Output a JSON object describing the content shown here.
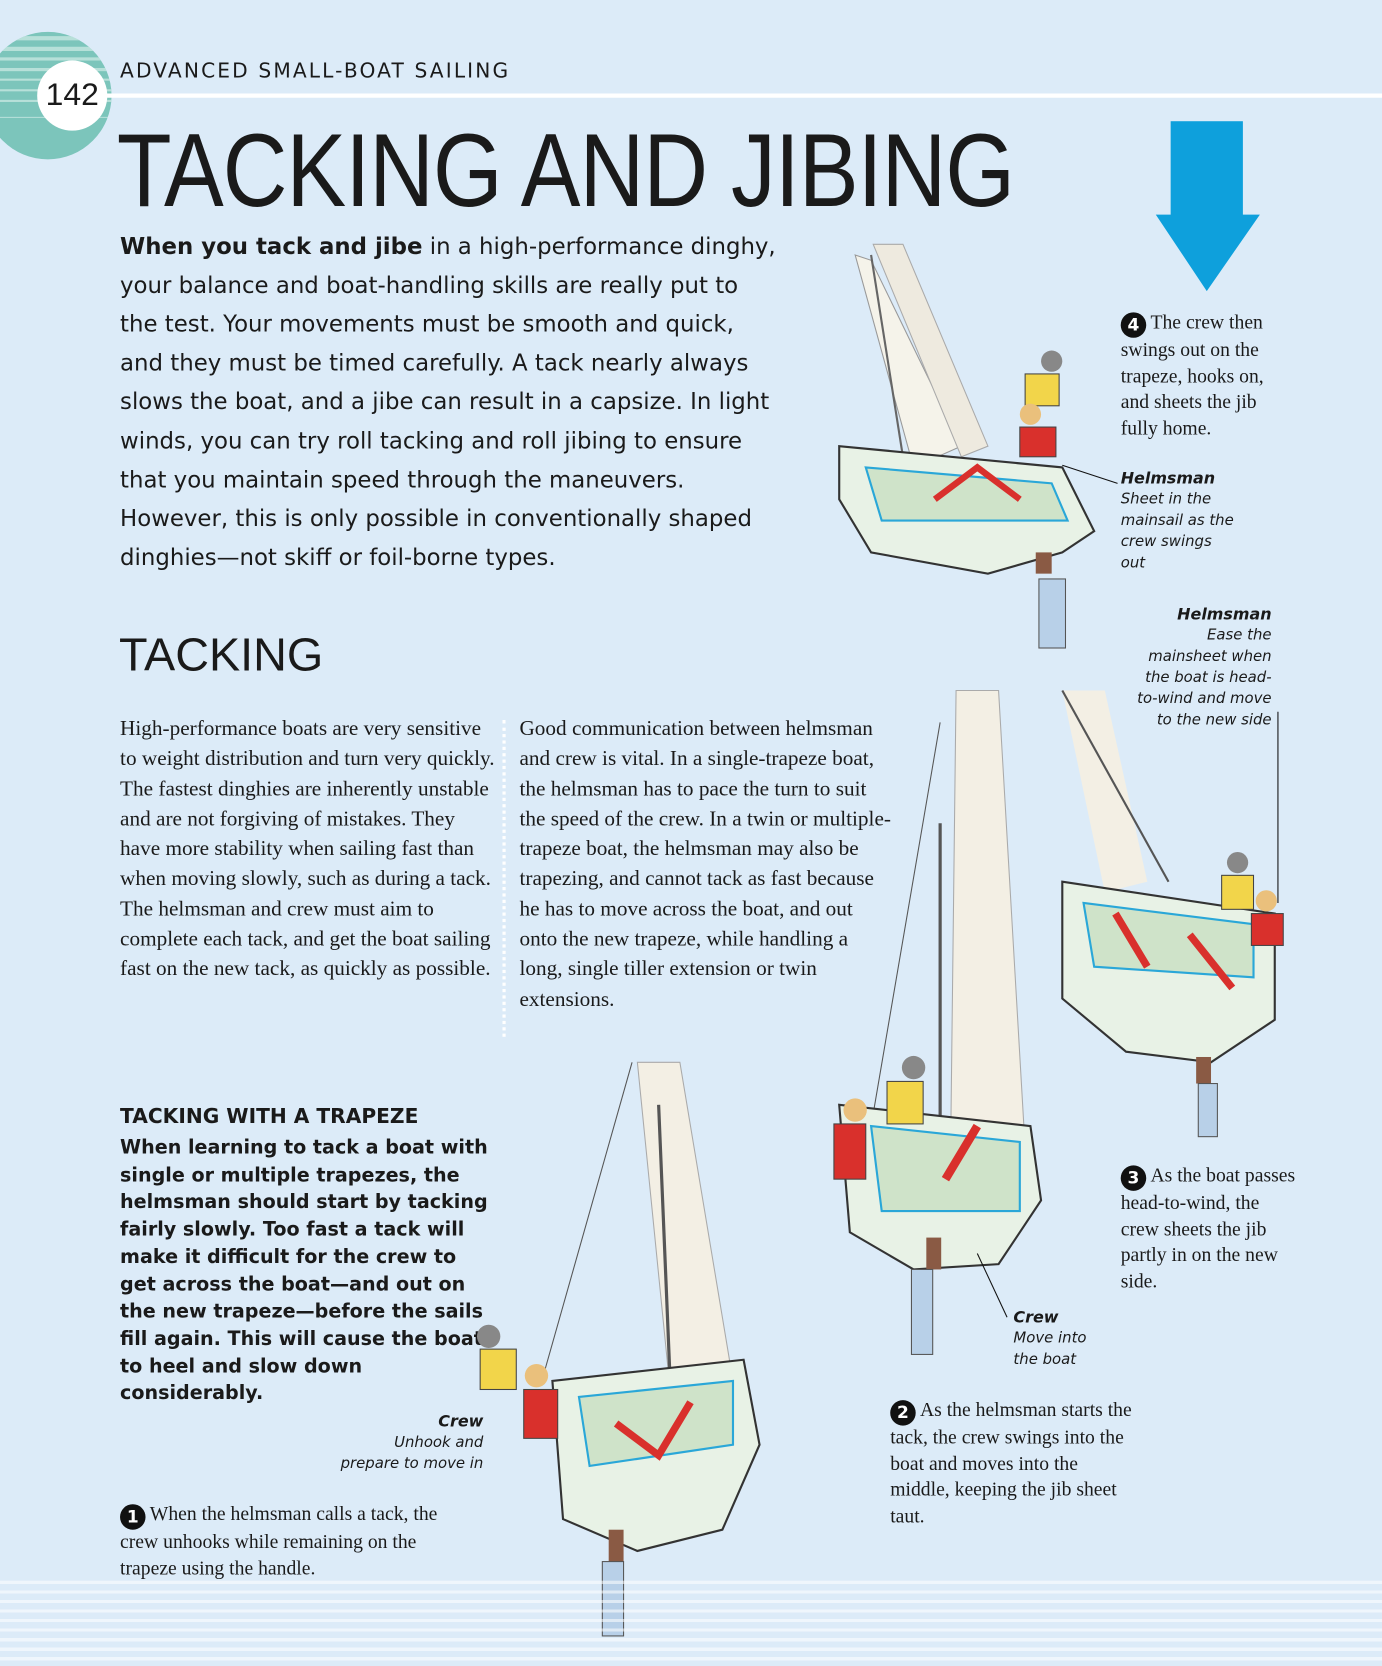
{
  "header": {
    "page_number": "142",
    "running_head": "ADVANCED SMALL-BOAT SAILING"
  },
  "title": "TACKING AND JIBING",
  "intro": {
    "lead": "When you tack and jibe",
    "text": " in a high-performance dinghy, your balance and boat-handling skills are really put to the test. Your movements must be smooth and quick, and they must be timed carefully. A tack nearly always slows the boat, and a jibe can result in a capsize. In light winds, you can try roll tacking and roll jibing to ensure that you maintain speed through the maneuvers. However, this is only possible in conventionally shaped dinghies—not skiff or foil-borne types."
  },
  "section": {
    "heading": "TACKING",
    "col1": "High-performance boats are very sensitive to weight distribution and turn very quickly. The fastest dinghies are inherently unstable and are not forgiving of mistakes. They have more stability when sailing fast than when moving slowly, such as during a tack. The helmsman and crew must aim to complete each tack, and get the boat sailing fast on the new tack, as quickly as possible.",
    "col2": "Good communication between helmsman and crew is vital. In a single-trapeze boat, the helmsman has to pace the turn to suit the speed of the crew. In a twin or multiple-trapeze boat, the helmsman may also be trapezing, and cannot tack as fast because he has to move across the boat, and out onto the new trapeze, while handling a long, single tiller extension or twin extensions."
  },
  "sidebar": {
    "heading": "TACKING WITH A TRAPEZE",
    "text": "When learning to tack a boat with single or multiple trapezes, the helmsman should start by tacking fairly slowly. Too fast a tack will make it difficult for the crew to get across the boat—and out on the new trapeze—before the sails fill again. This will cause the boat to heel and slow down considerably."
  },
  "labels": {
    "crew1": {
      "title": "Crew",
      "text": "Unhook and prepare to move in"
    },
    "crew2": {
      "title": "Crew",
      "text": "Move into the boat"
    },
    "helm3": {
      "title": "Helmsman",
      "text": "Ease the mainsheet when the boat is head-to-wind and move to the new side"
    },
    "helm4": {
      "title": "Helmsman",
      "text": "Sheet in the mainsail as the crew swings out"
    }
  },
  "steps": [
    {
      "num": "1",
      "text": "When the helmsman calls a tack, the crew unhooks while remaining on the trapeze using the handle."
    },
    {
      "num": "2",
      "text": "As the helmsman starts the tack, the crew swings into the boat and moves into the middle, keeping the jib sheet taut."
    },
    {
      "num": "3",
      "text": "As the boat passes head-to-wind, the crew sheets the jib partly in on the new side."
    },
    {
      "num": "4",
      "text": "The crew then swings out on the trapeze, hooks on, and sheets the jib fully home."
    }
  ],
  "colors": {
    "background": "#dcebf8",
    "arrow": "#0ea0dc",
    "page_badge": "#7cc5bb",
    "hull": "#e8f2e6",
    "crew_vest": "#f2d54a",
    "helm_vest": "#d9302c",
    "sheet_line": "#2aa7d8"
  },
  "icons": {
    "direction": "down-arrow-icon"
  }
}
